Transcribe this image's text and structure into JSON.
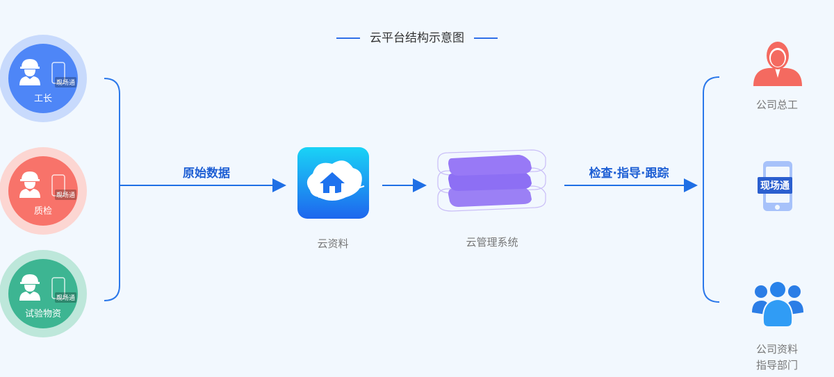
{
  "title": "云平台结构示意图",
  "left_roles": [
    {
      "label": "工长",
      "tag": "现场通",
      "color": "#4e86f7",
      "ring": "#c8dafc"
    },
    {
      "label": "质检",
      "tag": "现场通",
      "color": "#f8736a",
      "ring": "#fcd6d2"
    },
    {
      "label": "试验物资",
      "tag": "现场通",
      "color": "#3db592",
      "ring": "#bde7da"
    }
  ],
  "flow": {
    "raw_data": "原始数据",
    "check": "检查·指导·跟踪"
  },
  "cloud_data": {
    "label": "云资料"
  },
  "cloud_mgmt": {
    "label": "云管理系统"
  },
  "right_targets": [
    {
      "label": "公司总工"
    },
    {
      "label": "现场通"
    },
    {
      "label": "公司资料",
      "label2": "指导部门"
    }
  ]
}
